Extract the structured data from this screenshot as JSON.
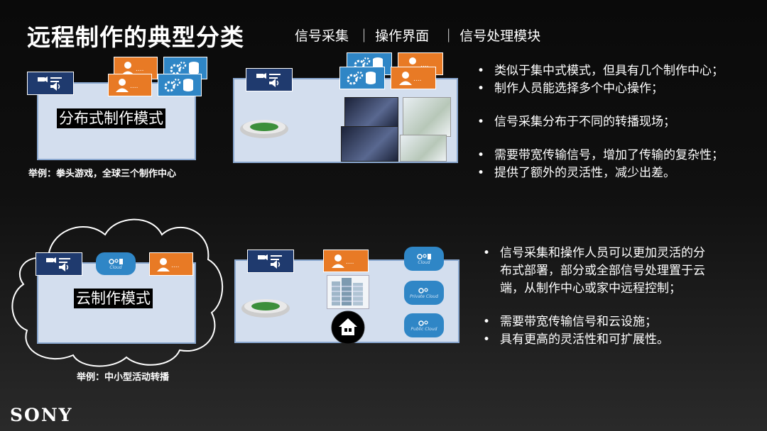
{
  "title": "远程制作的典型分类",
  "subtitle": "信号采集  ｜ 操作界面   ｜ 信号处理模块",
  "distributed": {
    "label": "分布式制作模式",
    "example": "举例：拳头游戏，全球三个制作中心",
    "bullets": [
      "类似于集中式模式，但具有几个制作中心；",
      "制作人员能选择多个中心操作；",
      "信号采集分布于不同的转播现场；",
      "需要带宽传输信号，增加了传输的复杂性；",
      "提供了额外的灵活性，减少出差。"
    ]
  },
  "cloud": {
    "label": "云制作模式",
    "example": "举例：中小型活动转播",
    "cloud_chip": "Cloud",
    "private_cloud": "Private Cloud",
    "public_cloud": "Public Cloud",
    "bullets": [
      "信号采集和操作人员可以更加灵活的分",
      "布式部署，部分或全部信号处理置于云",
      "端，从制作中心或家中远程控制；",
      "需要带宽传输信号和云设施；",
      "具有更高的灵活性和可扩展性。"
    ]
  },
  "logo": "SONY",
  "colors": {
    "navy": "#1f3a6e",
    "orange": "#e87a25",
    "blue": "#2f86c6",
    "panel": "#d3deee"
  },
  "icons": [
    "camera-audio-icon",
    "operator-icon",
    "gears-database-icon",
    "stadium-icon",
    "server-building-icon",
    "home-icon"
  ]
}
